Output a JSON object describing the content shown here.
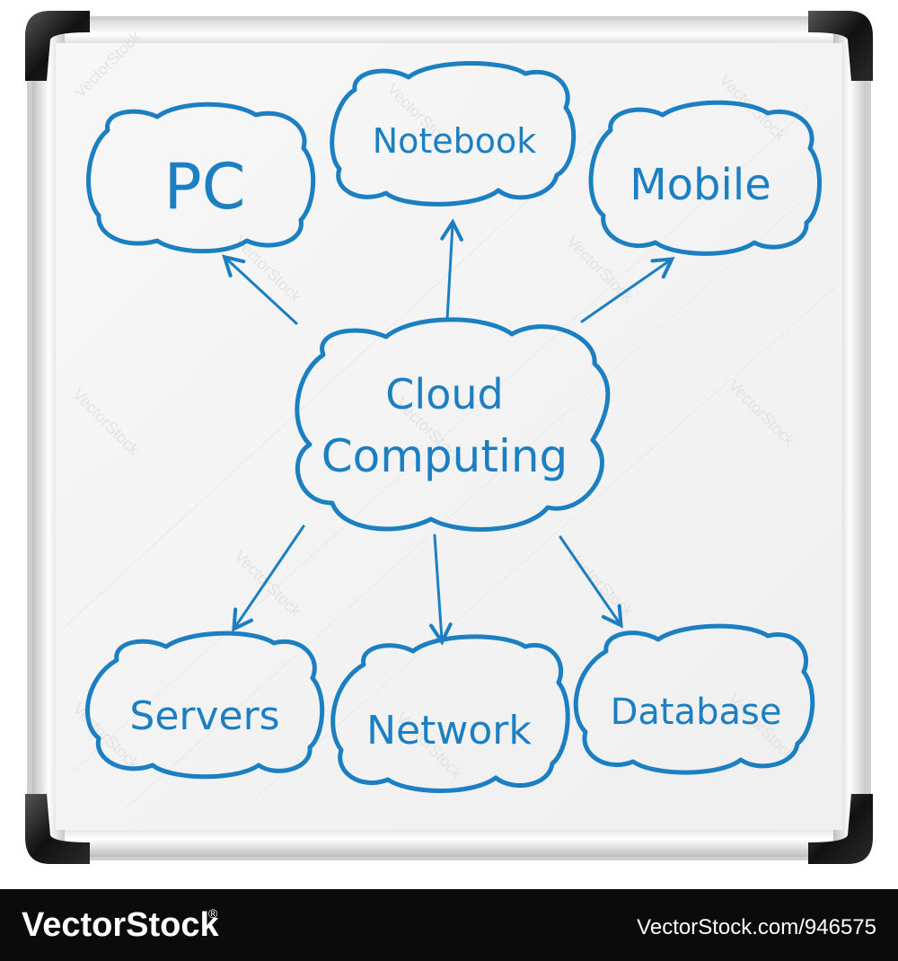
{
  "diagram": {
    "center": {
      "line1": "Cloud",
      "line2": "Computing"
    },
    "top_nodes": {
      "pc": "PC",
      "notebook": "Notebook",
      "mobile": "Mobile"
    },
    "bottom_nodes": {
      "servers": "Servers",
      "network": "Network",
      "database": "Database"
    },
    "marker_color": "#1b7fc1",
    "board_color": "#f4f4f4"
  },
  "watermark": "VectorStock",
  "footer": {
    "brand": "VectorStock",
    "registered_mark": "®",
    "url": "VectorStock.com/946575",
    "background": "#0b0b0b"
  }
}
